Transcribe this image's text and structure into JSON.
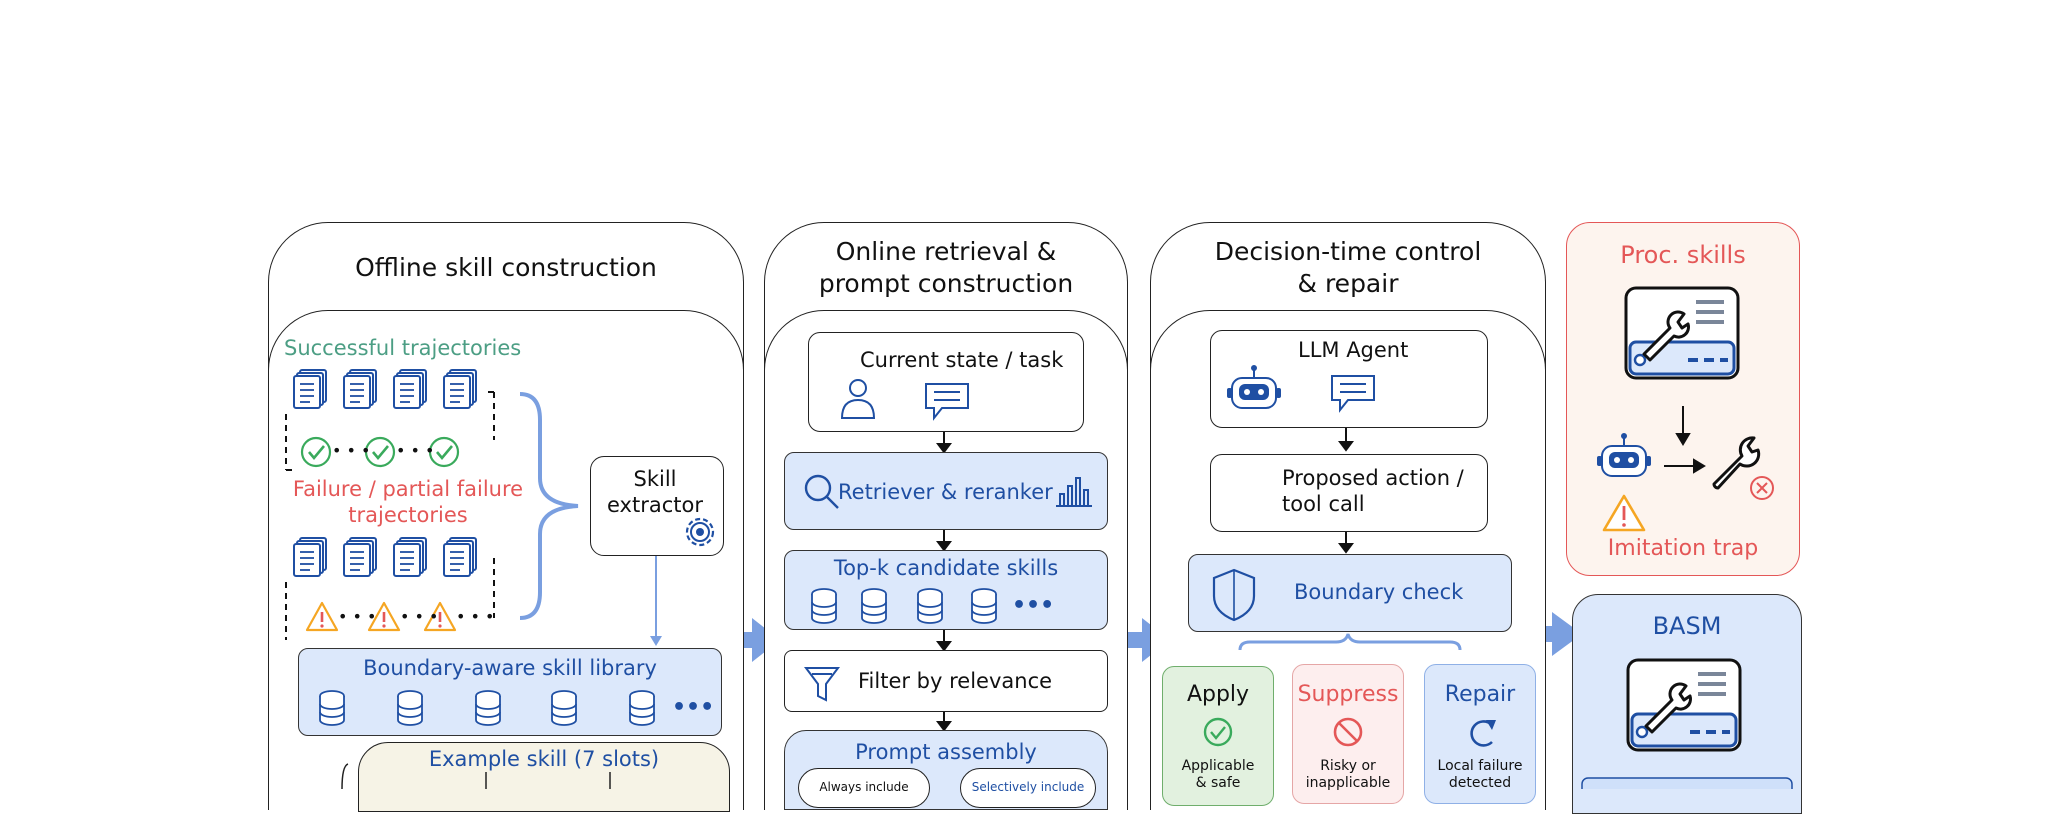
{
  "stages": {
    "offline": {
      "title": "Offline skill construction",
      "successful_label": "Successful trajectories",
      "failure_label": "Failure / partial failure trajectories",
      "extractor_label": "Skill extractor",
      "library_label": "Boundary-aware skill library",
      "example_label": "Example skill (7 slots)"
    },
    "online": {
      "title_line1": "Online retrieval &",
      "title_line2": "prompt construction",
      "current_state_label": "Current state / task",
      "retriever_label": "Retriever & reranker",
      "topk_label": "Top-k candidate skills",
      "filter_label": "Filter by relevance",
      "prompt_label": "Prompt assembly",
      "always_label": "Always include",
      "selectively_label": "Selectively include"
    },
    "decision": {
      "title_line1": "Decision-time control",
      "title_line2": "& repair",
      "agent_label": "LLM Agent",
      "proposed_line1": "Proposed action /",
      "proposed_line2": "tool call",
      "boundary_label": "Boundary check",
      "apply_label": "Apply",
      "apply_desc_line1": "Applicable",
      "apply_desc_line2": "& safe",
      "suppress_label": "Suppress",
      "suppress_desc_line1": "Risky or",
      "suppress_desc_line2": "inapplicable",
      "repair_label": "Repair",
      "repair_desc_line1": "Local failure",
      "repair_desc_line2": "detected"
    },
    "right": {
      "proc_title": "Proc. skills",
      "trap_label": "Imitation trap",
      "basm_title": "BASM"
    }
  },
  "colors": {
    "green": "#4c9e84",
    "red": "#e45757",
    "blue_dark": "#1f4fa3",
    "blue_fill": "#dce8fb",
    "arrow": "#7a9fe0"
  },
  "icons": [
    "document-icon",
    "check-circle-icon",
    "warning-icon",
    "gear-icon",
    "database-icon",
    "person-icon",
    "chat-icon",
    "search-icon",
    "bar-chart-icon",
    "funnel-icon",
    "robot-icon",
    "wrench-icon",
    "shield-icon",
    "no-entry-icon",
    "refresh-icon",
    "arrow-right-icon"
  ]
}
